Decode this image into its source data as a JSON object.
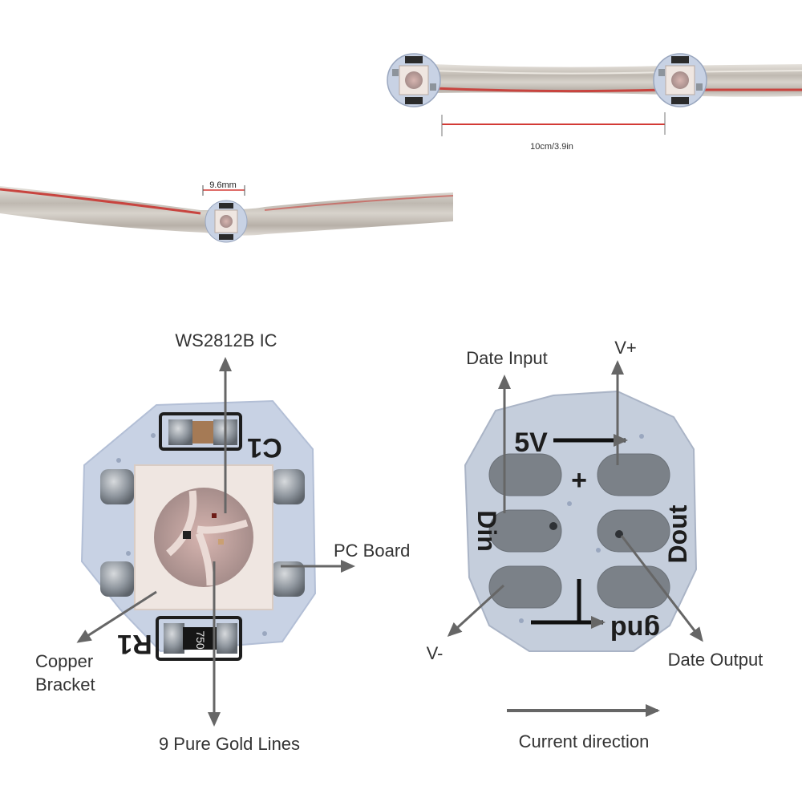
{
  "photos": {
    "spacing_label": "10cm/3.9in",
    "width_label": "9.6mm"
  },
  "front_view": {
    "pcb_print": {
      "capacitor": "C1",
      "resistor": "R1",
      "resistor_value": "750"
    },
    "labels": {
      "ic": "WS2812B IC",
      "pc_board": "PC Board",
      "copper_bracket": "Copper\nBracket",
      "gold_lines": "9 Pure Gold Lines"
    }
  },
  "back_view": {
    "pcb_print": {
      "five_volt": "5V",
      "plus": "+",
      "din": "Din",
      "dout": "Dout",
      "gnd": "gnd"
    },
    "labels": {
      "data_input": "Date Input",
      "v_plus": "V+",
      "v_minus": "V-",
      "data_output": "Date Output",
      "current_direction": "Current direction"
    }
  },
  "colors": {
    "arrow": "#666666",
    "pcb": "#c8d2e4",
    "solder": "#8d949c",
    "led_body": "#efe6e1",
    "wire": "#cfcac4",
    "wire_red": "#c8443f"
  }
}
